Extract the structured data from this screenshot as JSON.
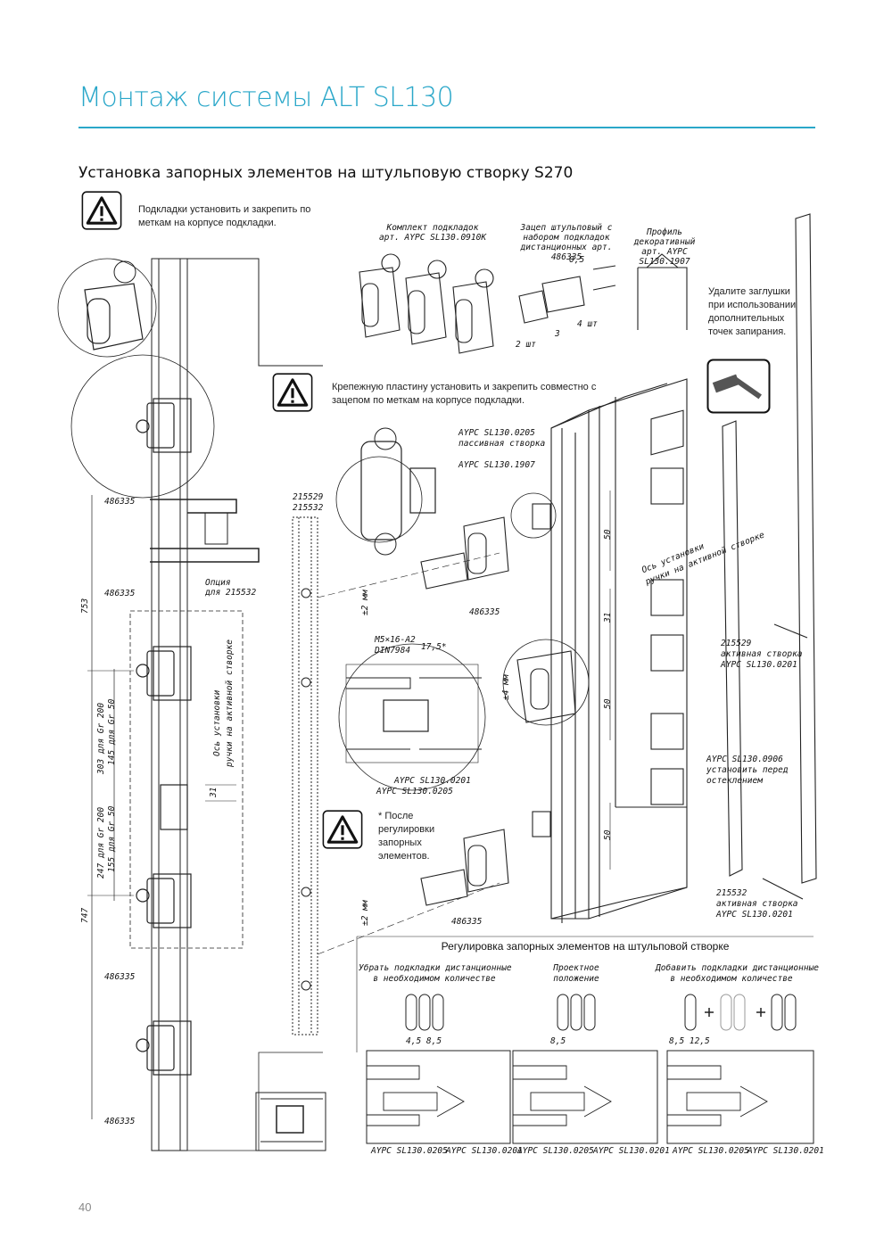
{
  "page": {
    "title": "Монтаж системы ALT SL130",
    "section_title": "Установка запорных элементов на штульповую створку S270",
    "page_number": "40",
    "accent_color": "#2aa7c9"
  },
  "notes": {
    "warning_1": "Подкладки установить и закрепить по меткам на корпусе подкладки.",
    "warning_2": "Крепежную пластину установить и закрепить совместно с зацепом по меткам на корпусе подкладки.",
    "warning_3": "* После регулировки запорных элементов.",
    "remove_plugs": "Удалите заглушки при использовании дополнительных точек запирания."
  },
  "parts": {
    "kit": "Комплект подкладок арт. AYPC SL130.0910K",
    "hook": "Зацеп штульповый с набором подкладок дистанционных арт. 486335",
    "profile": "Профиль декоративный арт. AYPC SL130.1907",
    "qty_2": "2 шт",
    "qty_4": "4 шт",
    "dim_05": "0,5",
    "dim_3": "3"
  },
  "labels": {
    "l486335": "486335",
    "l215529": "215529",
    "l215532": "215532",
    "option": "Опция",
    "for_215532": "для 215532",
    "axis_handle_1": "Ось установки",
    "axis_handle_2": "ручки на активной створке",
    "passive_code": "AYPC SL130.0205",
    "passive_text": "пассивная створка",
    "profile_code": "AYPC SL130.1907",
    "screw_1": "M5×16-A2",
    "screw_2": "DIN7984",
    "dim_175": "17,5*",
    "dim_2mm": "±2 мм",
    "dim_4mm": "±4 мм",
    "sec_code_1": "AYPC SL130.0201",
    "sec_code_2": "AYPC SL130.0205",
    "active_215529_code": "215529",
    "active_215529_text": "активная створка",
    "active_215529_art": "AYPC SL130.0201",
    "gasket_code": "AYPC SL130.0906",
    "gasket_text_1": "установить перед",
    "gasket_text_2": "остеклением",
    "active_215532_code": "215532",
    "active_215532_text": "активная створка",
    "active_215532_art": "AYPC SL130.0201",
    "dim_50": "50",
    "dim_31": "31",
    "dim_753": "753",
    "dim_747": "747",
    "dim_303": "303 для Gr 200",
    "dim_145": "145 для Gr 50",
    "dim_247": "247 для Gr 200",
    "dim_155": "155 для Gr 50"
  },
  "adjustment": {
    "title": "Регулировка запорных элементов на штульповой створке",
    "col1_1": "Убрать подкладки дистанционные",
    "col1_2": "в необходимом количестве",
    "col2_1": "Проектное",
    "col2_2": "положение",
    "col3_1": "Добавить подкладки дистанционные",
    "col3_2": "в необходимом количестве",
    "dim1": "4,5  8,5",
    "dim2": "8,5",
    "dim3": "8,5  12,5",
    "codes": [
      "AYPC SL130.0205",
      "AYPC SL130.0201",
      "AYPC SL130.0205",
      "AYPC SL130.0201",
      "AYPC SL130.0205",
      "AYPC SL130.0201"
    ]
  }
}
